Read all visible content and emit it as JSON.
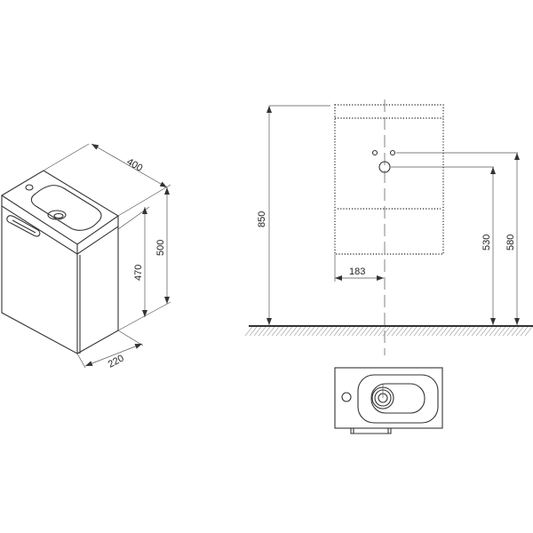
{
  "isometric_view": {
    "width_label": "400",
    "height_label": "500",
    "body_height_label": "470",
    "depth_label": "220"
  },
  "front_elevation": {
    "overall_height_label": "850",
    "drain_height_label": "530",
    "supply_height_label": "580",
    "offset_label": "183"
  },
  "plan_view": {}
}
